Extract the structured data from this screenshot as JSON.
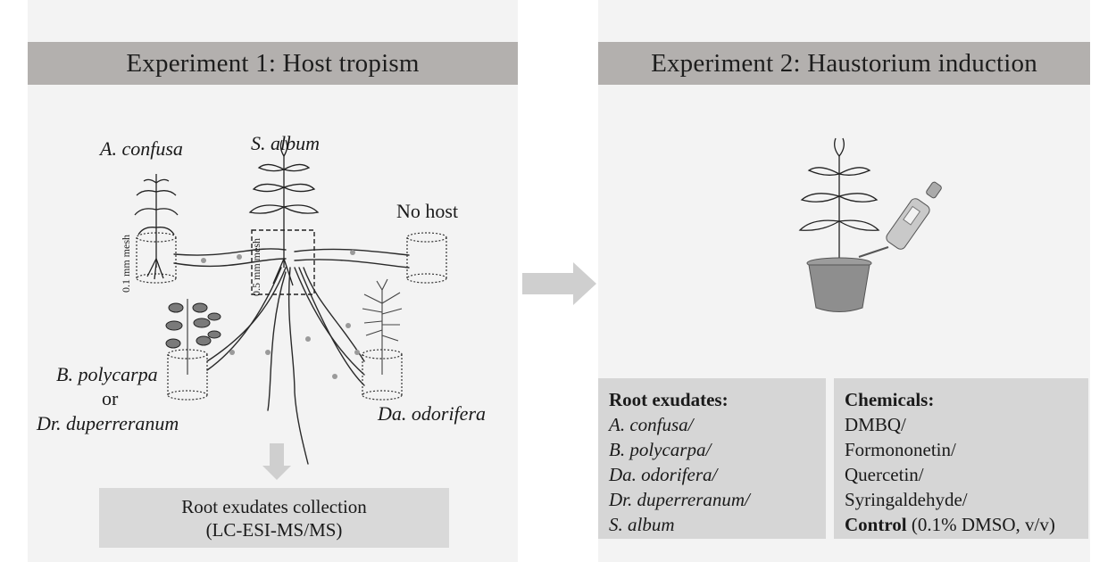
{
  "experiment1": {
    "title": "Experiment 1: Host tropism",
    "labels": {
      "a_confusa": "A. confusa",
      "s_album": "S. album",
      "no_host": "No host",
      "b_polycarpa": "B. polycarpa",
      "or": "or",
      "dr_duperreranum": "Dr. duperreranum",
      "da_odorifera": "Da. odorifera",
      "mesh_01": "0.1 mm mesh",
      "mesh_05": "0.5 mm mesh"
    },
    "collection": {
      "line1": "Root exudates collection",
      "line2": "(LC-ESI-MS/MS)"
    }
  },
  "experiment2": {
    "title": "Experiment 2: Haustorium induction",
    "root_exudates": {
      "title": "Root exudates:",
      "items": [
        "A. confusa/",
        "B. polycarpa/",
        "Da. odorifera/",
        "Dr. duperreranum/",
        "S. album"
      ]
    },
    "chemicals": {
      "title": "Chemicals:",
      "items": [
        "DMBQ/",
        "Formononetin/",
        "Quercetin/",
        "Syringaldehyde/"
      ],
      "control_bold": "Control",
      "control_rest": " (0.1% DMSO, v/v)"
    }
  },
  "colors": {
    "panel_bg": "#f3f3f3",
    "header_bg": "#b3b0ae",
    "box_bg": "#d6d6d6",
    "arrow": "#cfcfcf"
  }
}
